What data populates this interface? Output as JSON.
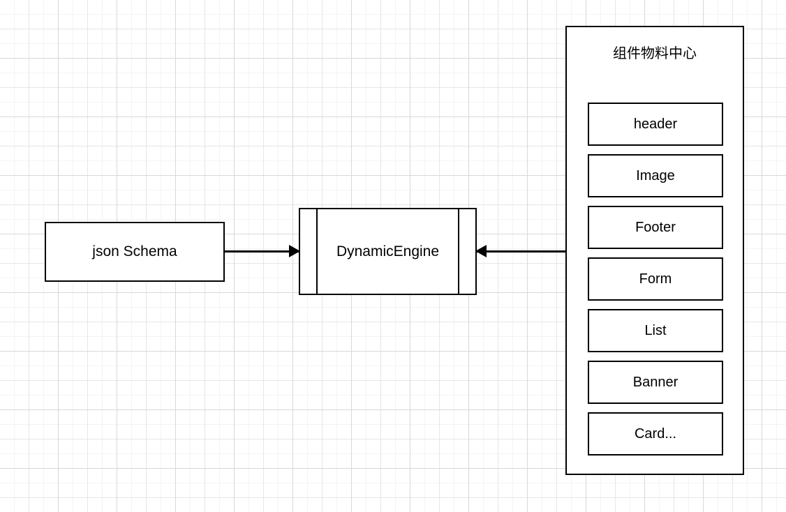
{
  "diagram": {
    "background": "grid-canvas",
    "stroke_color": "#000000",
    "fill_color": "#ffffff",
    "grid_color": "#e6e6e6"
  },
  "nodes": {
    "json_schema": {
      "label": "json Schema"
    },
    "dynamic_engine": {
      "label": "DynamicEngine"
    },
    "component_center": {
      "title": "组件物料中心",
      "items": [
        {
          "label": "header"
        },
        {
          "label": "Image"
        },
        {
          "label": "Footer"
        },
        {
          "label": "Form"
        },
        {
          "label": "List"
        },
        {
          "label": "Banner"
        },
        {
          "label": "Card..."
        }
      ]
    }
  },
  "edges": [
    {
      "name": "json-schema-to-dynamic-engine",
      "from": "json Schema",
      "to": "DynamicEngine",
      "direction": "right",
      "arrow": "arrow-right-icon"
    },
    {
      "name": "component-center-to-dynamic-engine",
      "from": "组件物料中心",
      "to": "DynamicEngine",
      "direction": "left",
      "arrow": "arrow-left-icon"
    }
  ]
}
